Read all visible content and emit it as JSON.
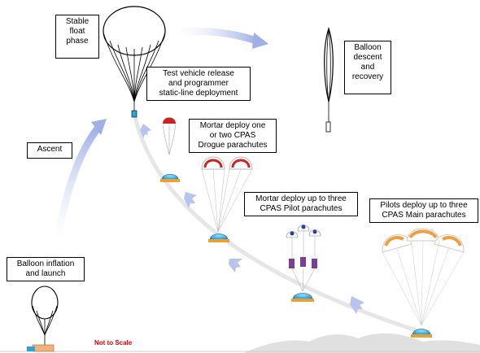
{
  "labels": {
    "stable_float": "Stable\nfloat\nphase",
    "descent": "Balloon\ndescent\nand\nrecovery",
    "release": "Test vehicle release\nand programmer\nstatic-line deployment",
    "drogue": "Mortar deploy one\nor two CPAS\nDrogue parachutes",
    "ascent": "Ascent",
    "pilot": "Mortar deploy up to three\nCPAS Pilot parachutes",
    "main": "Pilots deploy up to three\nCPAS Main parachutes",
    "inflation": "Balloon inflation\nand launch"
  },
  "note": "Not to Scale",
  "colors": {
    "arrow": "#b8c4ec",
    "trajectory": "#e6e6e6",
    "ground": "#e0e0e0",
    "capsule": "#29a9e6",
    "drogue_stripe": "#d9d9d9",
    "main_stripe": "#f0a040",
    "note": "#e00000"
  }
}
